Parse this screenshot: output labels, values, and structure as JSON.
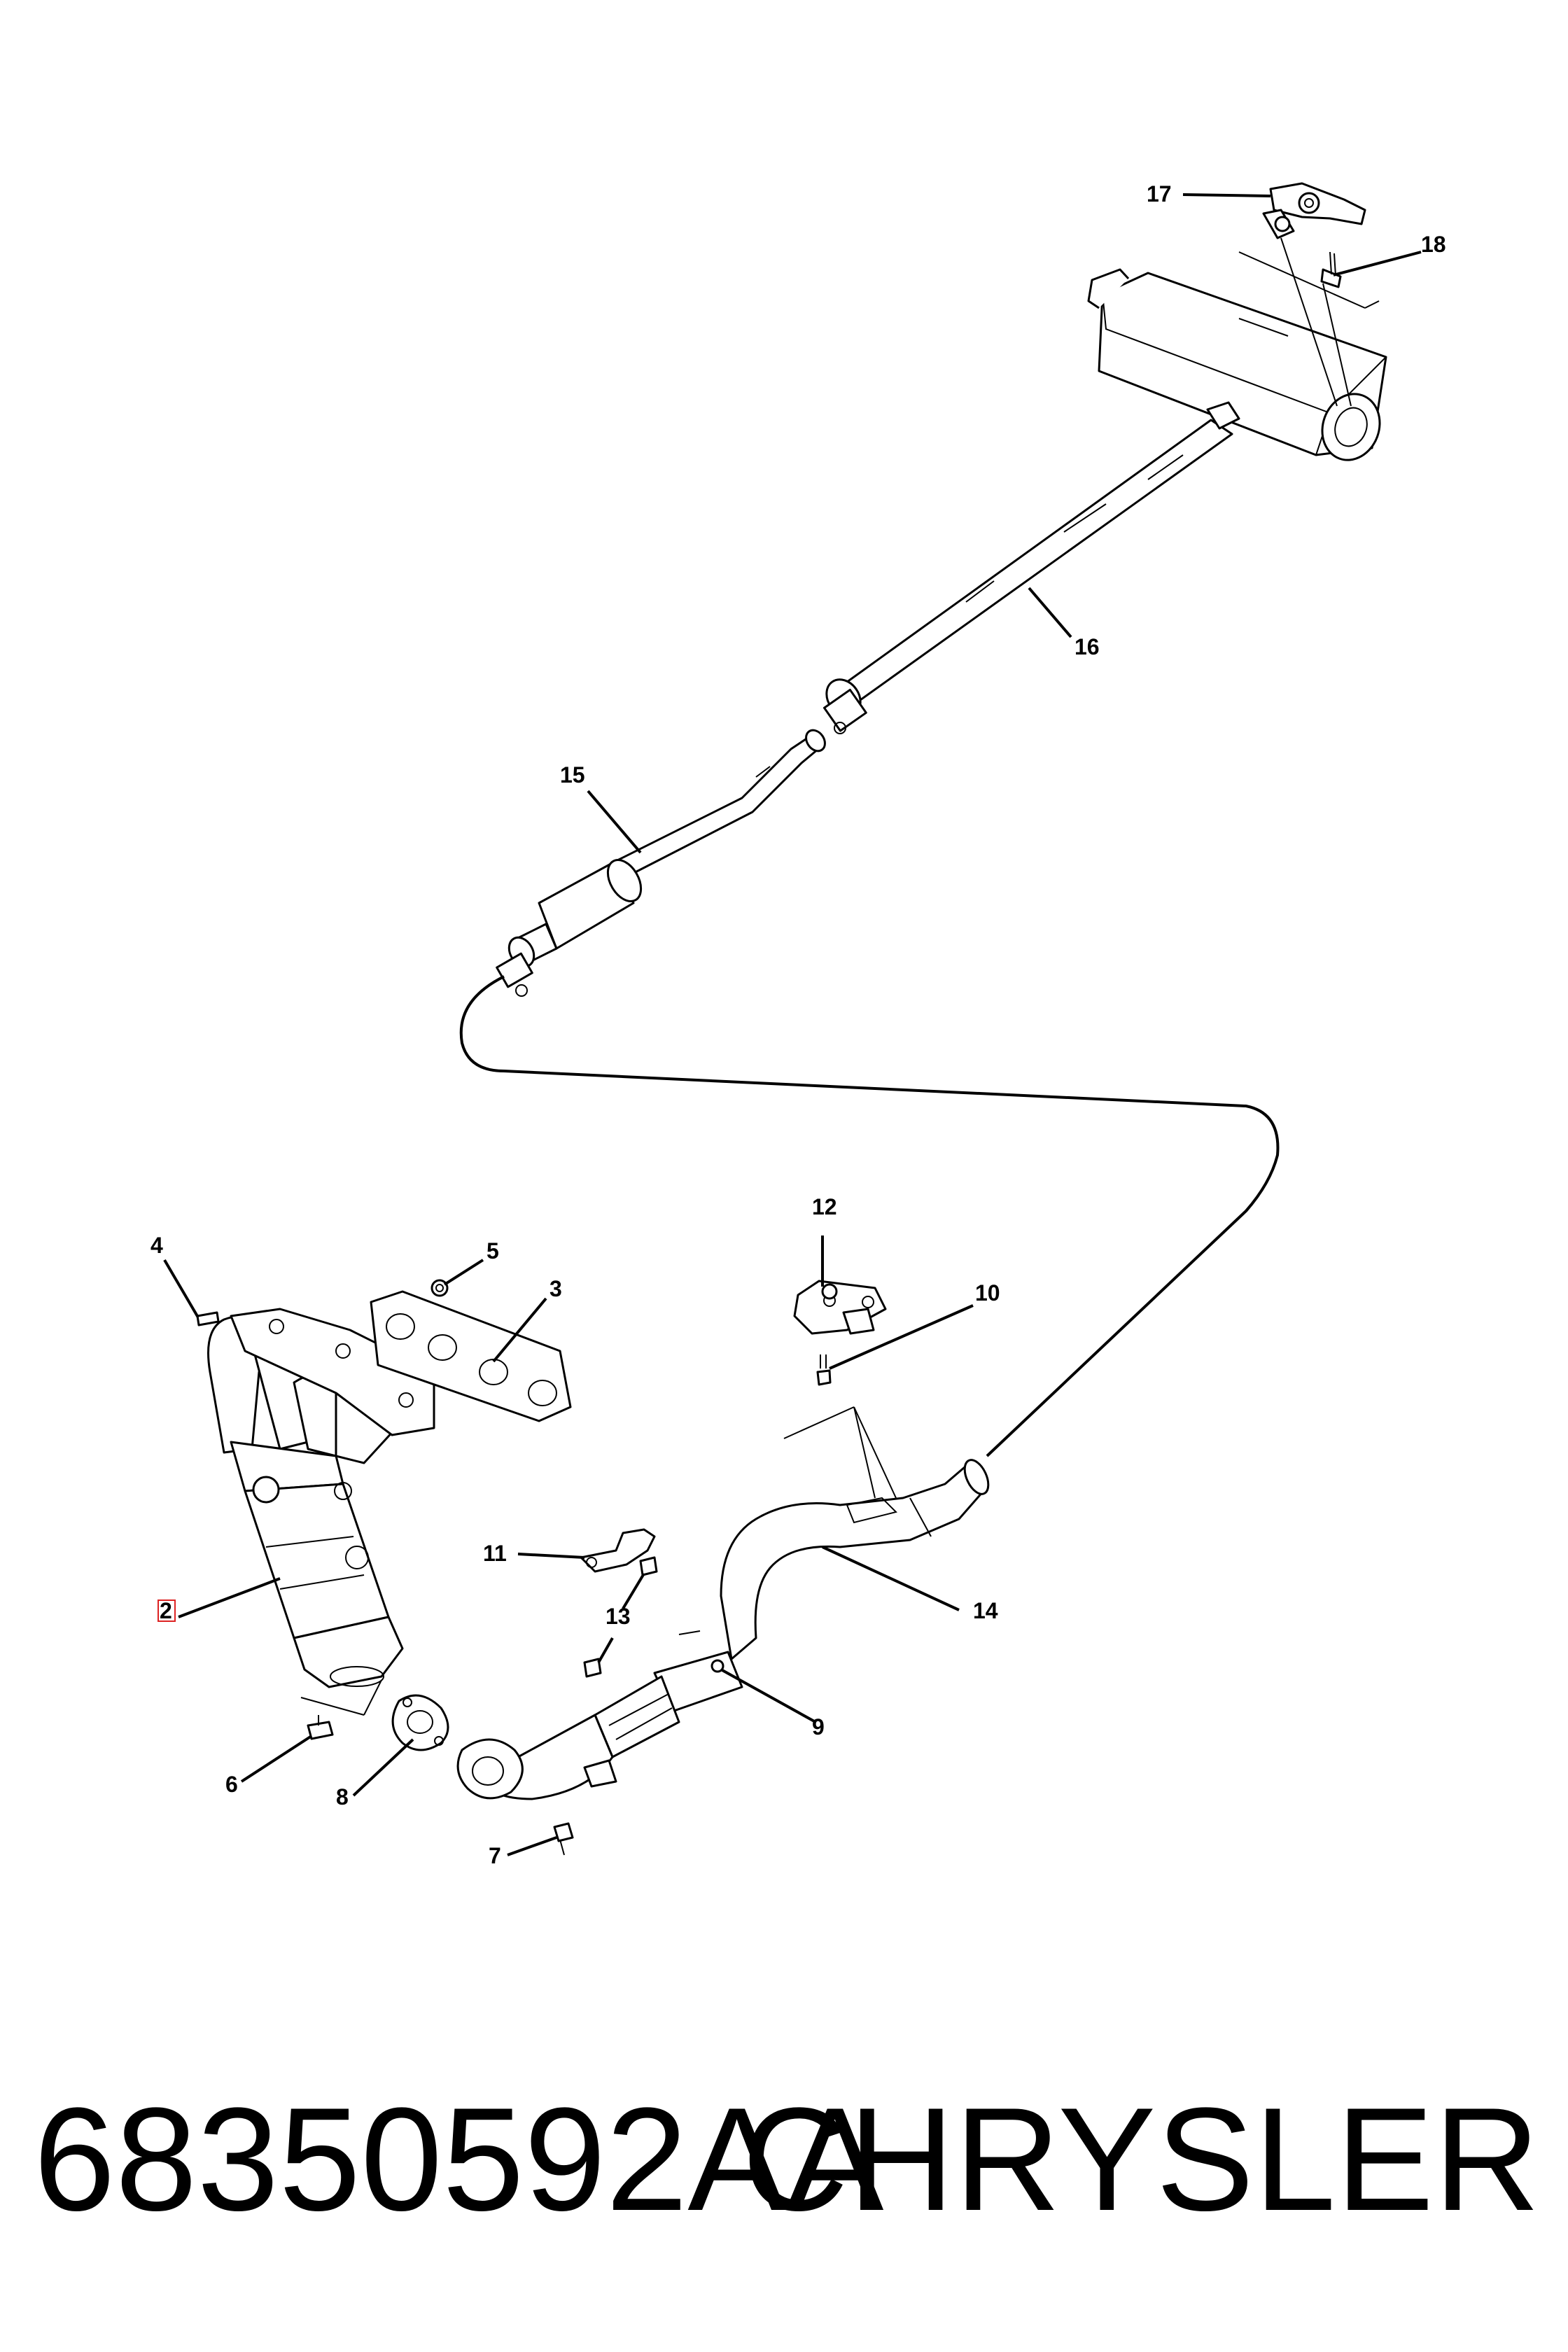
{
  "callouts": [
    {
      "id": "c2",
      "label": "2",
      "highlighted": true
    },
    {
      "id": "c3",
      "label": "3"
    },
    {
      "id": "c4",
      "label": "4"
    },
    {
      "id": "c5",
      "label": "5"
    },
    {
      "id": "c6",
      "label": "6"
    },
    {
      "id": "c7",
      "label": "7"
    },
    {
      "id": "c8",
      "label": "8"
    },
    {
      "id": "c9",
      "label": "9"
    },
    {
      "id": "c10",
      "label": "10"
    },
    {
      "id": "c11",
      "label": "11"
    },
    {
      "id": "c12",
      "label": "12"
    },
    {
      "id": "c13",
      "label": "13"
    },
    {
      "id": "c14",
      "label": "14"
    },
    {
      "id": "c15",
      "label": "15"
    },
    {
      "id": "c16",
      "label": "16"
    },
    {
      "id": "c17",
      "label": "17"
    },
    {
      "id": "c18",
      "label": "18"
    }
  ],
  "footer": {
    "part_number": "68350592AA",
    "brand": "CHRYSLER"
  },
  "colors": {
    "line": "#000000",
    "highlight": "#dd2222",
    "background": "#ffffff"
  }
}
